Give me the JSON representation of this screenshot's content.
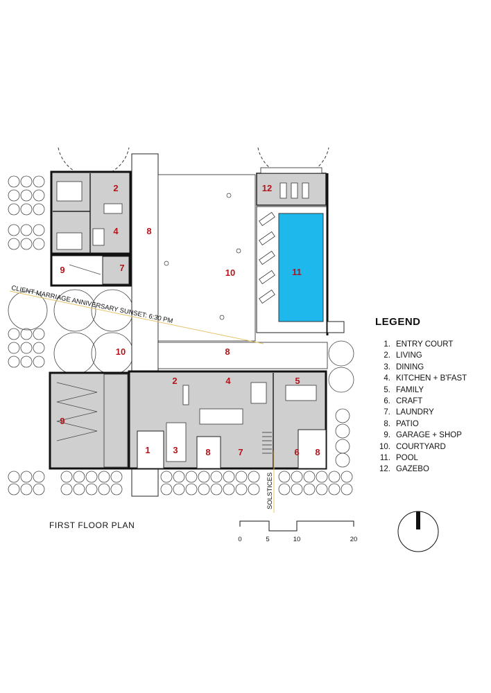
{
  "plan_title": "FIRST  FLOOR  PLAN",
  "legend": {
    "title": "LEGEND",
    "items": [
      {
        "n": "1.",
        "label": "ENTRY COURT"
      },
      {
        "n": "2.",
        "label": "LIVING"
      },
      {
        "n": "3.",
        "label": "DINING"
      },
      {
        "n": "4.",
        "label": "KITCHEN + B'FAST"
      },
      {
        "n": "5.",
        "label": "FAMILY"
      },
      {
        "n": "6.",
        "label": "CRAFT"
      },
      {
        "n": "7.",
        "label": "LAUNDRY"
      },
      {
        "n": "8.",
        "label": "PATIO"
      },
      {
        "n": "9.",
        "label": "GARAGE + SHOP"
      },
      {
        "n": "10.",
        "label": "COURTYARD"
      },
      {
        "n": "11.",
        "label": "POOL"
      },
      {
        "n": "12.",
        "label": "GAZEBO"
      }
    ]
  },
  "annotations": {
    "sunset": "CLIENT MARRIAGE ANNIVERSARY SUNSET: 6:30 PM",
    "solstices": "SOLSTICES"
  },
  "room_numbers": {
    "r1": "1",
    "r2a": "2",
    "r2b": "2",
    "r3": "3",
    "r4a": "4",
    "r4b": "4",
    "r5": "5",
    "r6": "6",
    "r7a": "7",
    "r7b": "7",
    "r8a": "8",
    "r8b": "8",
    "r8c": "8",
    "r8d": "8",
    "r9a": "9",
    "r9b": "9",
    "r10a": "10",
    "r10b": "10",
    "r11": "11",
    "r12": "12"
  },
  "scale_bar": {
    "ticks": [
      "0",
      "5",
      "10",
      "20"
    ]
  },
  "colors": {
    "room_fill": "#cfcfcf",
    "pool": "#1fb8ec",
    "number_red": "#b3141c",
    "sun_line": "#e6c46a"
  }
}
